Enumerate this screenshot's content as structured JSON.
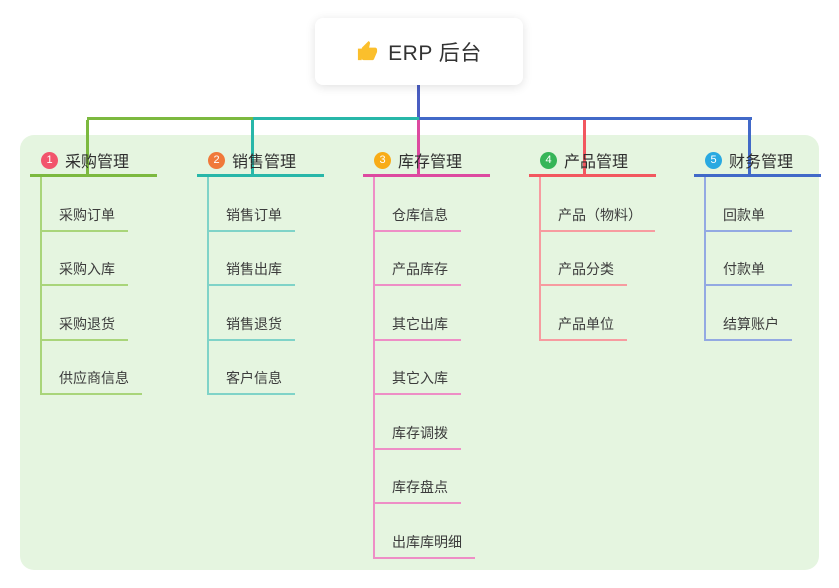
{
  "root": {
    "label": "ERP 后台",
    "icon": "thumbs-up"
  },
  "panel_color": "#e5f5e0",
  "root_connector_color": "#4a5ec2",
  "thumb_color": "#fbbf2c",
  "branches": [
    {
      "badge": "1",
      "label": "采购管理",
      "badge_color": "#f2556c",
      "line_color": "#7cb93f",
      "child_line_color": "#a9d57a",
      "children": [
        "采购订单",
        "采购入库",
        "采购退货",
        "供应商信息"
      ]
    },
    {
      "badge": "2",
      "label": "销售管理",
      "badge_color": "#f0793a",
      "line_color": "#28b7a9",
      "child_line_color": "#7fd3c8",
      "children": [
        "销售订单",
        "销售出库",
        "销售退货",
        "客户信息"
      ]
    },
    {
      "badge": "3",
      "label": "库存管理",
      "badge_color": "#f8ac17",
      "line_color": "#dd4aa0",
      "child_line_color": "#ee8ec6",
      "children": [
        "仓库信息",
        "产品库存",
        "其它出库",
        "其它入库",
        "库存调拨",
        "库存盘点",
        "出库库明细"
      ]
    },
    {
      "badge": "4",
      "label": "产品管理",
      "badge_color": "#36b558",
      "line_color": "#f2575f",
      "child_line_color": "#f79ba0",
      "children": [
        "产品（物料）",
        "产品分类",
        "产品单位"
      ]
    },
    {
      "badge": "5",
      "label": "财务管理",
      "badge_color": "#29a9e1",
      "line_color": "#4169c8",
      "child_line_color": "#93a9e2",
      "children": [
        "回款单",
        "付款单",
        "结算账户"
      ]
    }
  ]
}
